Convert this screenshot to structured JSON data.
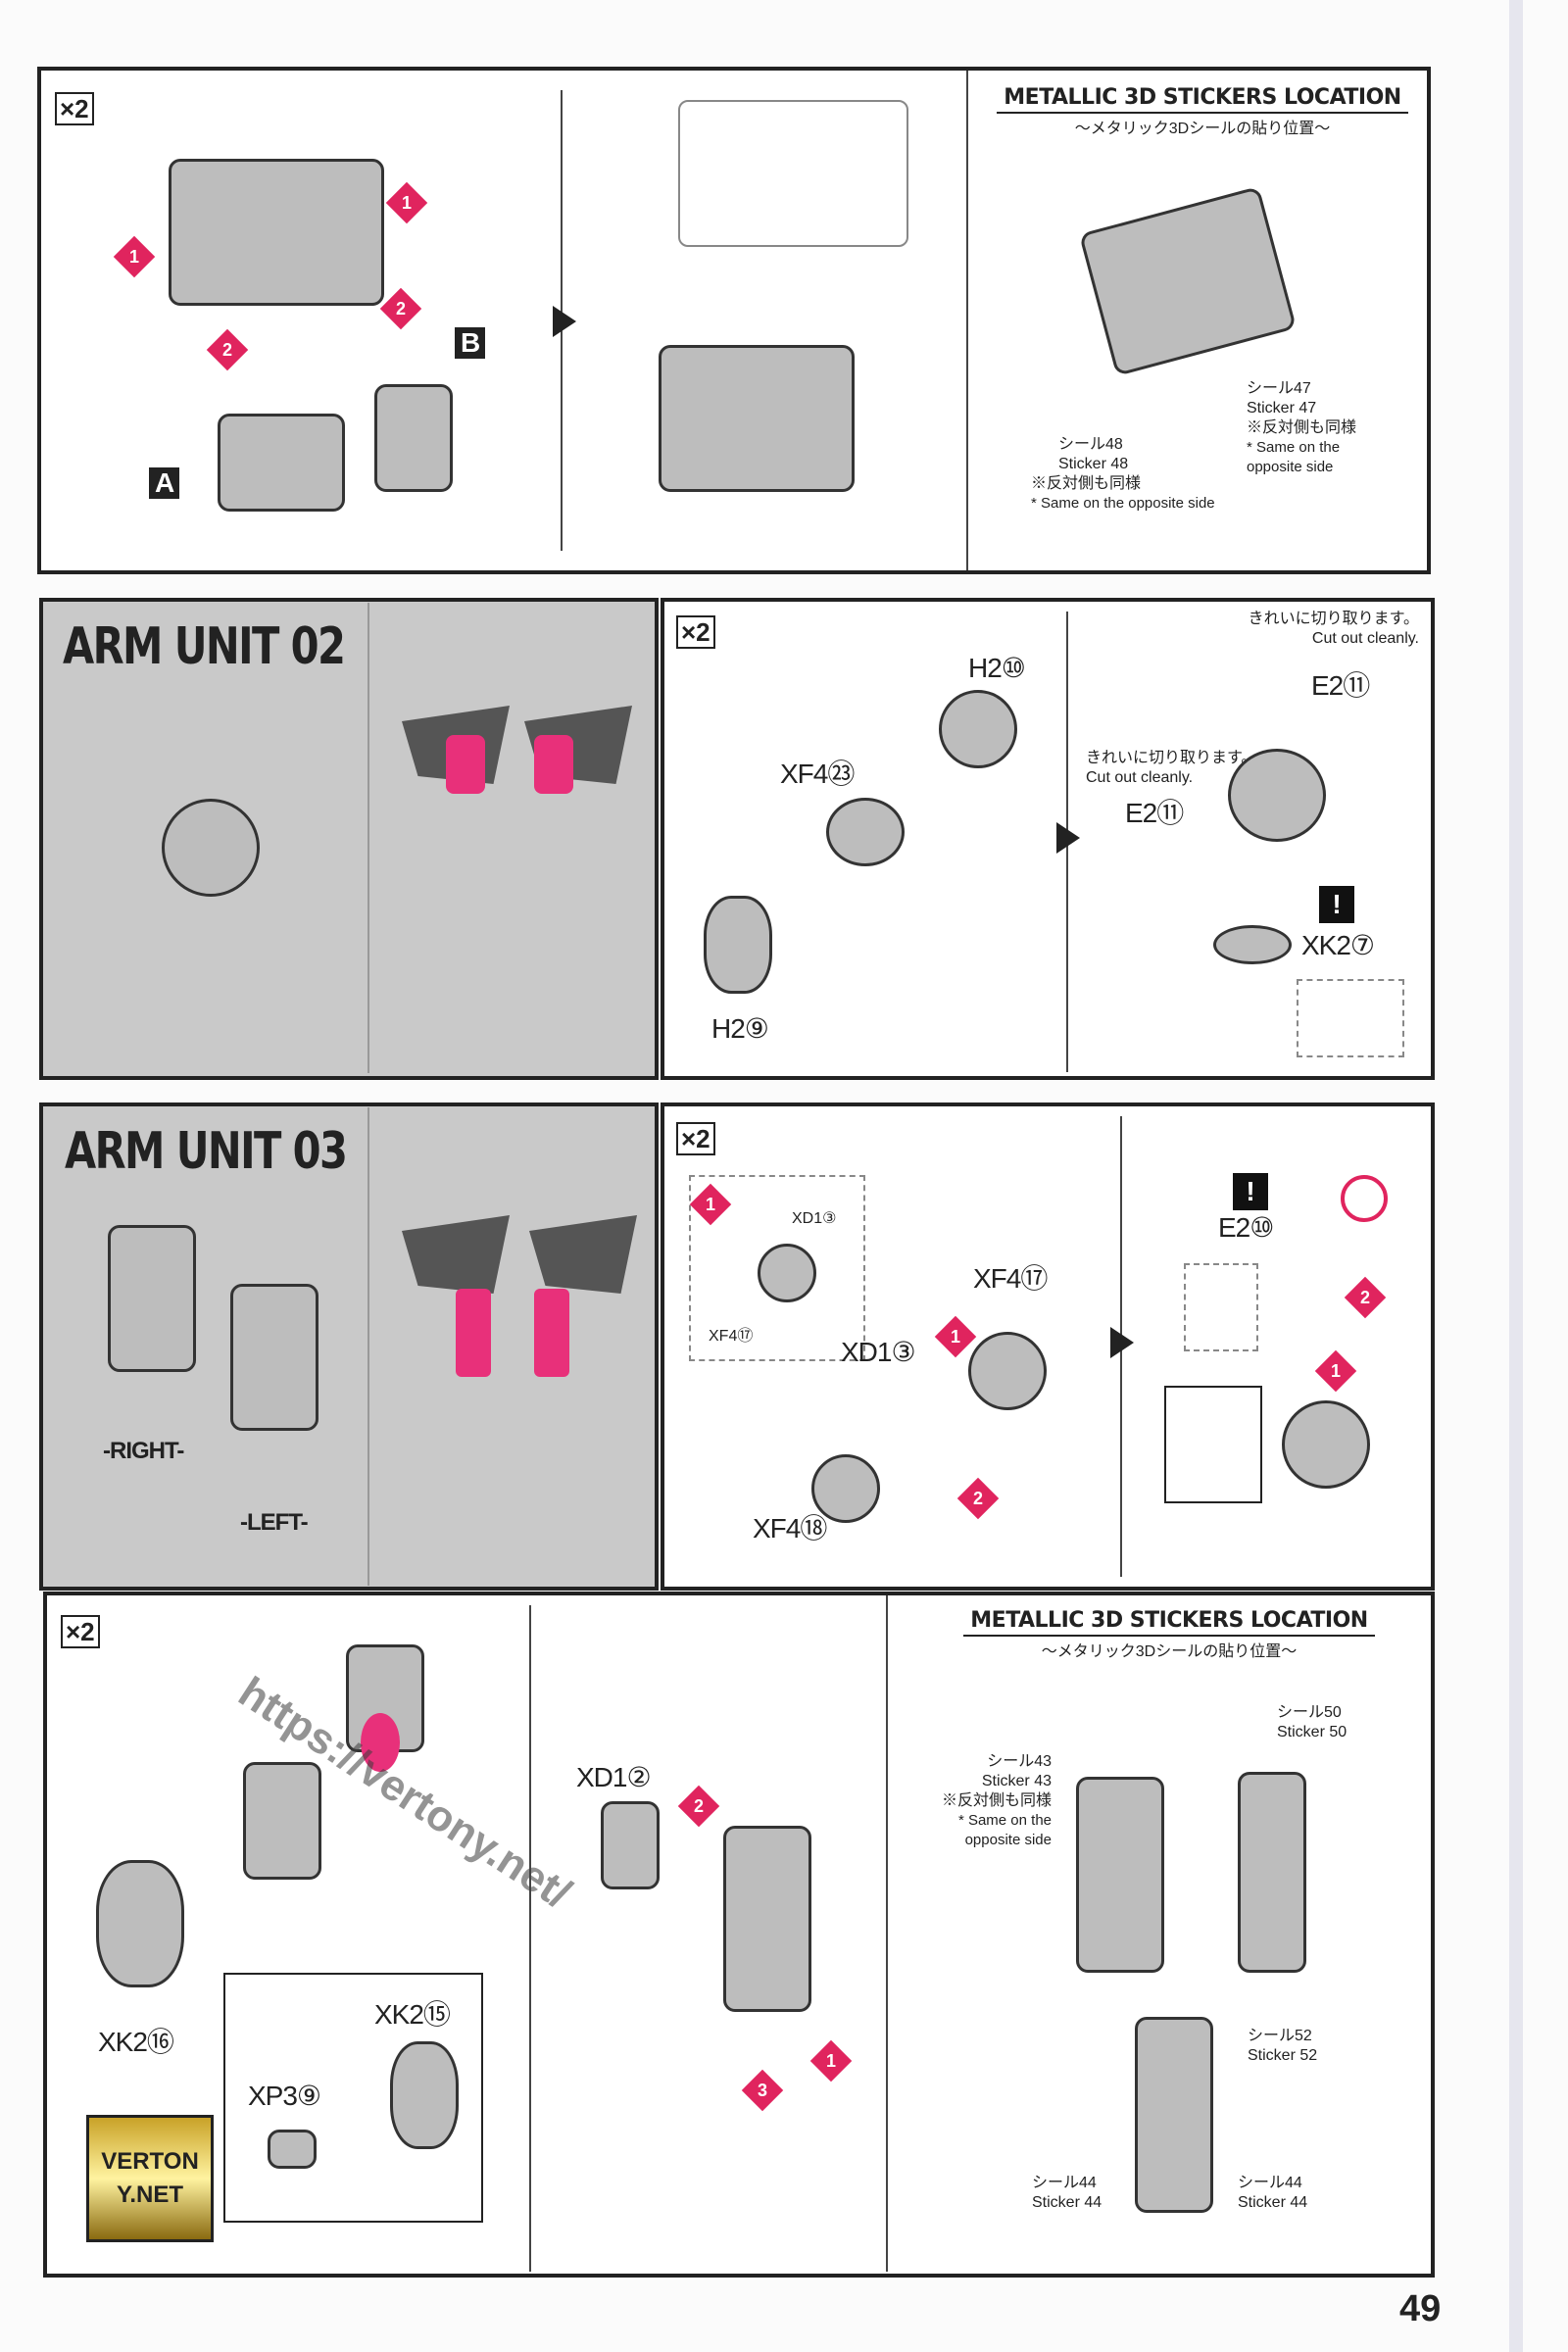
{
  "page_number": "49",
  "panel1": {
    "multiplier": "×2",
    "labels": [
      "A",
      "B"
    ],
    "steps": [
      "1",
      "2"
    ],
    "stickers": {
      "title": "METALLIC 3D STICKERS LOCATION",
      "subtitle": "～メタリック3Dシールの貼り位置～",
      "s47_jp": "シール47",
      "s47_en": "Sticker 47",
      "s47_note_jp": "※反対側も同様",
      "s47_note_en": "* Same on the opposite side",
      "s48_jp": "シール48",
      "s48_en": "Sticker 48",
      "s48_note_jp": "※反対側も同様",
      "s48_note_en": "* Same on the opposite side"
    }
  },
  "panel2": {
    "title": "ARM UNIT 02",
    "multiplier": "×2",
    "parts": {
      "h2_10": "H2⑩",
      "xf4_23": "XF4㉓",
      "h2_9": "H2⑨",
      "e2_11a": "E2⑪",
      "e2_11b": "E2⑪",
      "xk2_7": "XK2⑦"
    },
    "cut_jp": "きれいに切り取ります。",
    "cut_en": "Cut out cleanly."
  },
  "panel3": {
    "title": "ARM UNIT 03",
    "multiplier": "×2",
    "right": "-RIGHT-",
    "left": "-LEFT-",
    "parts": {
      "xd1_3a": "XD1③",
      "xf4_17a": "XF4⑰",
      "xd1_3b": "XD1③",
      "xf4_17b": "XF4⑰",
      "xf4_18": "XF4⑱",
      "e2_10": "E2⑩"
    },
    "steps": [
      "1",
      "2"
    ]
  },
  "panel4": {
    "multiplier": "×2",
    "parts": {
      "xk2_16": "XK2⑯",
      "xk2_15": "XK2⑮",
      "xp3_9": "XP3⑨",
      "xd1_2": "XD1②"
    },
    "steps": [
      "1",
      "2",
      "3"
    ],
    "stickers": {
      "title": "METALLIC 3D STICKERS LOCATION",
      "subtitle": "～メタリック3Dシールの貼り位置～",
      "s43_jp": "シール43",
      "s43_en": "Sticker 43",
      "s43_note_jp": "※反対側も同様",
      "s43_note_en": "* Same on the opposite side",
      "s50_jp": "シール50",
      "s50_en": "Sticker 50",
      "s52_jp": "シール52",
      "s52_en": "Sticker 52",
      "s44a_jp": "シール44",
      "s44a_en": "Sticker 44",
      "s44b_jp": "シール44",
      "s44b_en": "Sticker 44"
    }
  },
  "watermark": {
    "url": "https://vertony.net/",
    "logo": "VERTONY.NET"
  },
  "colors": {
    "accent": "#e8307a",
    "gray": "#c9c9c9"
  }
}
